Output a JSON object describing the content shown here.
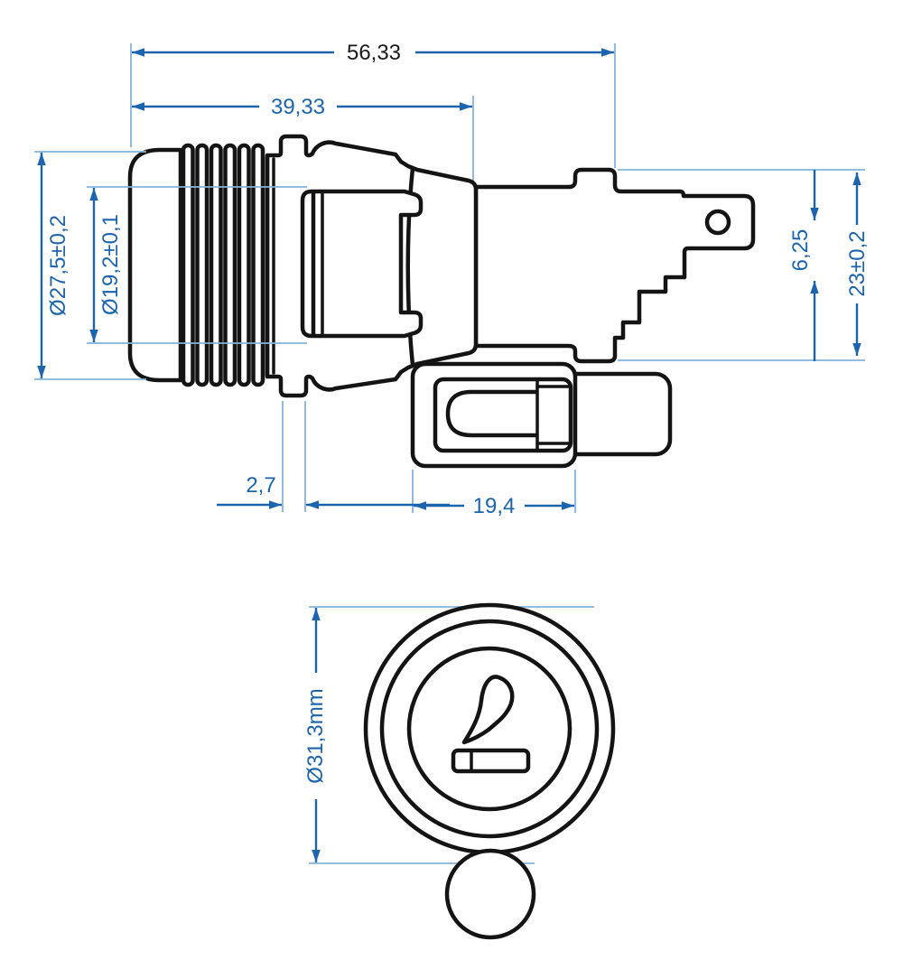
{
  "drawing": {
    "title": "cigarette lighter socket technical drawing",
    "colors": {
      "dimension_blue": "#1c64ad",
      "extension_blue": "#85b3da",
      "outline_black": "#141414",
      "overall_length_text": "#1a1a1a"
    },
    "dimensions": {
      "overall_length": "56,33",
      "housing_length": "39,33",
      "outer_diameter": "Ø27,5±0,2",
      "inner_diameter": "Ø19,2±0,1",
      "terminal_width": "6,25",
      "rear_height": "23±0,2",
      "bracket_thickness": "2,7",
      "connector_length": "19,4",
      "front_face_diameter": "Ø31,3mm"
    }
  }
}
